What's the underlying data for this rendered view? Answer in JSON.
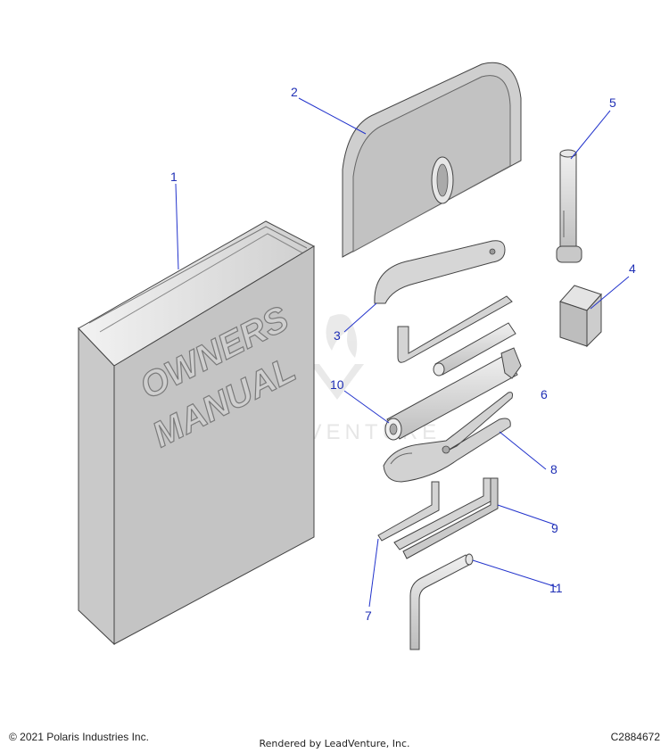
{
  "book": {
    "line1": "OWNERS",
    "line2": "MANUAL"
  },
  "watermark": {
    "text": "LEADVENTURE"
  },
  "callouts": [
    {
      "id": "1",
      "label": "1"
    },
    {
      "id": "2",
      "label": "2"
    },
    {
      "id": "3",
      "label": "3"
    },
    {
      "id": "4",
      "label": "4"
    },
    {
      "id": "5",
      "label": "5"
    },
    {
      "id": "6",
      "label": "6"
    },
    {
      "id": "7",
      "label": "7"
    },
    {
      "id": "8",
      "label": "8"
    },
    {
      "id": "9",
      "label": "9"
    },
    {
      "id": "10",
      "label": "10"
    },
    {
      "id": "11",
      "label": "11"
    }
  ],
  "footer": {
    "copyright": "© 2021 Polaris Industries Inc.",
    "rendered_by": "Rendered by LeadVenture, Inc.",
    "code": "C2884672"
  },
  "colors": {
    "callout": "#1f2fb5",
    "part_fill": "#d9d9d9",
    "outline": "#333333"
  }
}
